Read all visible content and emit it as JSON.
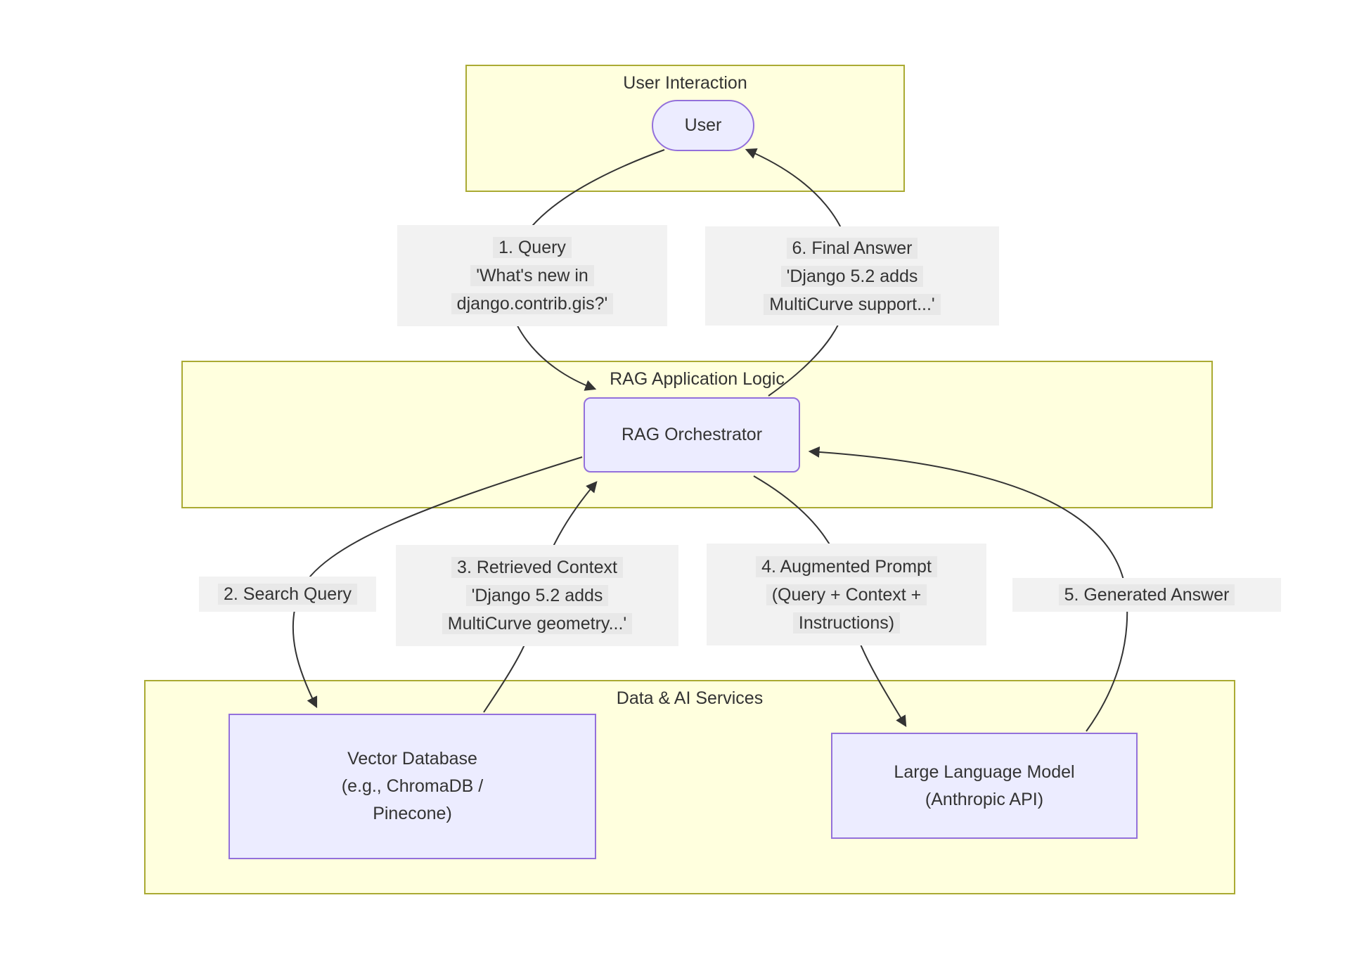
{
  "diagram_type": "flowchart",
  "colors": {
    "background": "#ffffff",
    "cluster_fill": "#ffffde",
    "cluster_border": "#aaaa33",
    "node_fill": "#ececff",
    "node_border": "#9370db",
    "edge_stroke": "#333333",
    "edge_label_line_bg": "#e8e8e8",
    "edge_label_outer_bg": "#f2f2f2",
    "text_color": "#333333"
  },
  "clusters": [
    {
      "label": "User Interaction"
    },
    {
      "label": "RAG Application Logic"
    },
    {
      "label": "Data & AI Services"
    }
  ],
  "nodes": [
    {
      "id": "user",
      "shape": "stadium",
      "cluster": "User Interaction",
      "lines": [
        "User"
      ]
    },
    {
      "id": "rag_orchestrator",
      "shape": "rounded",
      "cluster": "RAG Application Logic",
      "lines": [
        "RAG Orchestrator"
      ]
    },
    {
      "id": "vector_database",
      "shape": "rect",
      "cluster": "Data & AI Services",
      "lines": [
        "Vector Database",
        "(e.g., ChromaDB /",
        "Pinecone)"
      ]
    },
    {
      "id": "large_language_model",
      "shape": "rect",
      "cluster": "Data & AI Services",
      "lines": [
        "Large Language Model",
        "(Anthropic API)"
      ]
    }
  ],
  "edges": [
    {
      "from": "user",
      "to": "rag_orchestrator",
      "label_lines": [
        "1. Query",
        "'What's new in",
        "django.contrib.gis?'"
      ]
    },
    {
      "from": "rag_orchestrator",
      "to": "vector_database",
      "label_lines": [
        "2. Search Query"
      ]
    },
    {
      "from": "vector_database",
      "to": "rag_orchestrator",
      "label_lines": [
        "3. Retrieved Context",
        "'Django 5.2 adds",
        "MultiCurve geometry...'"
      ]
    },
    {
      "from": "rag_orchestrator",
      "to": "large_language_model",
      "label_lines": [
        "4. Augmented Prompt",
        "(Query + Context +",
        "Instructions)"
      ]
    },
    {
      "from": "large_language_model",
      "to": "rag_orchestrator",
      "label_lines": [
        "5. Generated Answer"
      ]
    },
    {
      "from": "rag_orchestrator",
      "to": "user",
      "label_lines": [
        "6. Final Answer",
        "'Django 5.2 adds",
        "MultiCurve support...'"
      ]
    }
  ]
}
